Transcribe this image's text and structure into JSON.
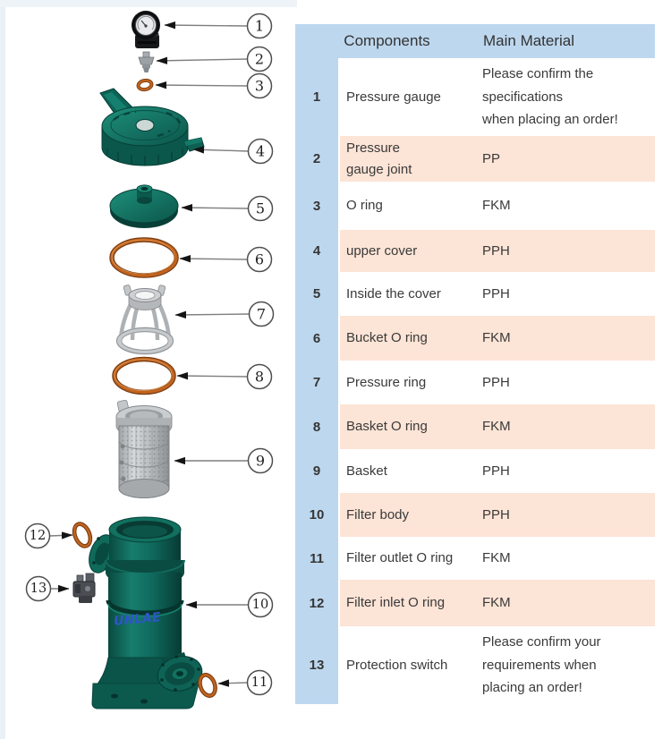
{
  "colors": {
    "header_blue": "#bdd7ee",
    "row_peach": "#fce4d6",
    "teal": "#0f695c",
    "oring_orange": "#c2641f"
  },
  "diagram": {
    "logo_text": "UNLAE"
  },
  "callouts": [
    "1",
    "2",
    "3",
    "4",
    "5",
    "6",
    "7",
    "8",
    "9",
    "10",
    "11",
    "12",
    "13"
  ],
  "table": {
    "header": {
      "components": "Components",
      "material": "Main Material"
    },
    "rows": [
      {
        "num": "1",
        "component": "Pressure gauge",
        "material": "Please confirm the\nspecifications\nwhen placing an order!"
      },
      {
        "num": "2",
        "component": "Pressure\ngauge joint",
        "material": "PP"
      },
      {
        "num": "3",
        "component": "O ring",
        "material": "FKM"
      },
      {
        "num": "4",
        "component": "upper cover",
        "material": "PPH"
      },
      {
        "num": "5",
        "component": "Inside the cover",
        "material": "PPH"
      },
      {
        "num": "6",
        "component": "Bucket O ring",
        "material": "FKM"
      },
      {
        "num": "7",
        "component": "Pressure ring",
        "material": "PPH"
      },
      {
        "num": "8",
        "component": "Basket O ring",
        "material": "FKM"
      },
      {
        "num": "9",
        "component": "Basket",
        "material": "PPH"
      },
      {
        "num": "10",
        "component": "Filter body",
        "material": "PPH"
      },
      {
        "num": "11",
        "component": "Filter outlet O ring",
        "material": "FKM"
      },
      {
        "num": "12",
        "component": "Filter inlet O ring",
        "material": "FKM"
      },
      {
        "num": "13",
        "component": "Protection switch",
        "material": "Please confirm your\nrequirements when\nplacing an order!"
      }
    ]
  }
}
